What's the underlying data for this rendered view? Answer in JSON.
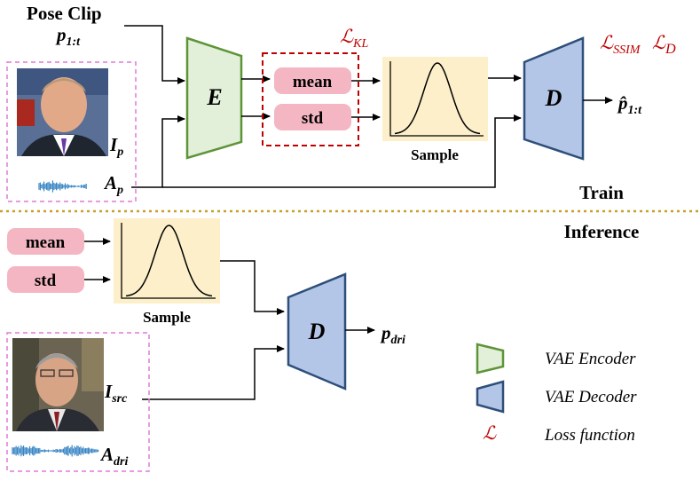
{
  "train": {
    "input_title": "Pose Clip",
    "input_symbol": "p",
    "input_subscript": "1:t",
    "kl_loss": {
      "symbol": "ℒ",
      "subscript": "KL"
    },
    "mean_label": "mean",
    "std_label": "std",
    "encoder_label": "E",
    "decoder_label": "D",
    "sample_label": "Sample",
    "loss_ssim": {
      "symbol": "ℒ",
      "subscript": "SSIM"
    },
    "loss_d": {
      "symbol": "ℒ",
      "subscript": "D"
    },
    "output_symbol": "p̂",
    "output_subscript": "1:t",
    "image_symbol": "I",
    "image_subscript": "p",
    "audio_symbol": "A",
    "audio_subscript": "p",
    "section_label": "Train"
  },
  "inference": {
    "section_label": "Inference",
    "mean_label": "mean",
    "std_label": "std",
    "sample_label": "Sample",
    "decoder_label": "D",
    "output_symbol": "p",
    "output_subscript": "dri",
    "image_symbol": "I",
    "image_subscript": "src",
    "audio_symbol": "A",
    "audio_subscript": "dri"
  },
  "legend": {
    "encoder_text": "VAE Encoder",
    "decoder_text": "VAE Decoder",
    "loss_symbol": "ℒ",
    "loss_text": "Loss function"
  },
  "colors": {
    "encoder_fill": "#e2efd9",
    "encoder_stroke": "#5e9438",
    "decoder_fill": "#b4c6e7",
    "decoder_stroke": "#2e4f7a",
    "pill_fill": "#f4b6c2",
    "sample_bg": "#fcefc9",
    "loss_red": "#c00000",
    "dotted_divider": "#c8a028",
    "photo_border": "#e07ad6",
    "wave_blue": "#2f7fc1"
  }
}
